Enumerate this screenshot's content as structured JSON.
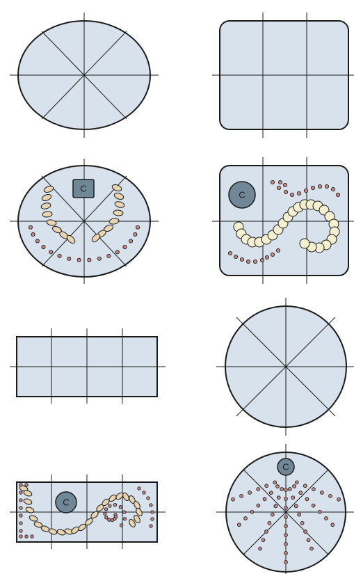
{
  "colors": {
    "plan_fill": "#d8e2ec",
    "outline": "#1a1a1a",
    "centerpiece_fill": "#6f8796",
    "tan_plant": "#e8d4b0",
    "cream_plant": "#f3efd0",
    "dot_plant": "#c78a86"
  },
  "centerpiece_label": "C",
  "diagrams": [
    {
      "shape": "oval",
      "planted": false
    },
    {
      "shape": "rounded-square",
      "planted": false
    },
    {
      "shape": "oval",
      "planted": true,
      "pattern": "tan-fans-with-dot-arc",
      "centerpiece": "square"
    },
    {
      "shape": "rounded-square",
      "planted": true,
      "pattern": "cream-s-curve-with-dots",
      "centerpiece": "circle"
    },
    {
      "shape": "rectangle",
      "planted": false
    },
    {
      "shape": "circle",
      "planted": false
    },
    {
      "shape": "rectangle",
      "planted": true,
      "pattern": "tan-wave-with-dot-spiral",
      "centerpiece": "circle"
    },
    {
      "shape": "circle",
      "planted": true,
      "pattern": "dot-spokes",
      "centerpiece": "circle"
    }
  ]
}
